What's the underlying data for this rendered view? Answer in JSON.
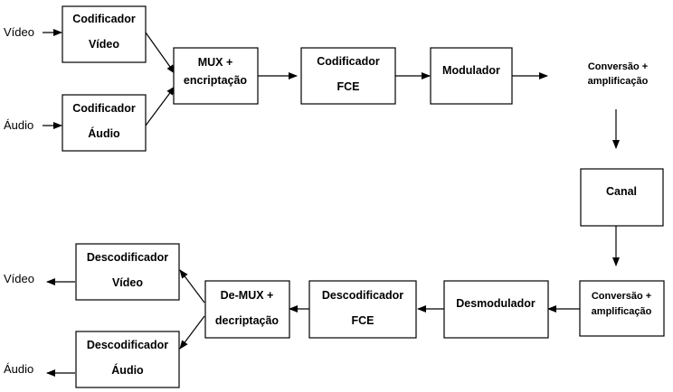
{
  "nodes": {
    "cod_video": {
      "lines": [
        "Codificador",
        "Vídeo"
      ]
    },
    "cod_audio": {
      "lines": [
        "Codificador",
        "Áudio"
      ]
    },
    "mux": {
      "lines": [
        "MUX +",
        "encriptação"
      ]
    },
    "cod_fce": {
      "lines": [
        "Codificador",
        "FCE"
      ]
    },
    "modulador": {
      "lines": [
        "Modulador"
      ]
    },
    "conv_top": {
      "lines": [
        "Conversão +",
        "amplificação"
      ]
    },
    "canal": {
      "lines": [
        "Canal"
      ]
    },
    "conv_bot": {
      "lines": [
        "Conversão +",
        "amplificação"
      ]
    },
    "desmod": {
      "lines": [
        "Desmodulador"
      ]
    },
    "decod_fce": {
      "lines": [
        "Descodificador",
        "FCE"
      ]
    },
    "demux": {
      "lines": [
        "De-MUX +",
        "decriptação"
      ]
    },
    "decod_video": {
      "lines": [
        "Descodificador",
        "Vídeo"
      ]
    },
    "decod_audio": {
      "lines": [
        "Descodificador",
        "Áudio"
      ]
    }
  },
  "labels": {
    "in_video": "Vídeo",
    "in_audio": "Áudio",
    "out_video": "Vídeo",
    "out_audio": "Áudio"
  },
  "colors": {
    "stroke": "#000000",
    "fill": "#ffffff"
  }
}
